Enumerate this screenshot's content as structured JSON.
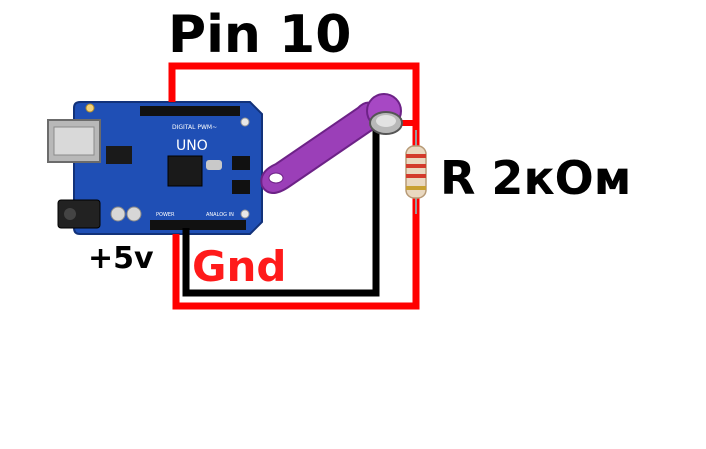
{
  "labels": {
    "pin": "Pin 10",
    "resistor": "R 2кОм",
    "power": "+5v",
    "ground": "Gnd"
  },
  "board": {
    "model": "UNO",
    "digital_header": "DIGITAL PWM~",
    "power_header": "POWER",
    "analog_header": "ANALOG IN"
  },
  "colors": {
    "wire_signal": "#ff0000",
    "wire_ground": "#000000",
    "board": "#1f4fb5",
    "key_fob": "#9b3fb8",
    "ground_label": "#ff1a1a",
    "ink": "#000000"
  },
  "components": {
    "controller": "arduino-uno-board",
    "sensor": "ibutton-key-fob-icon",
    "resistor": "resistor-icon"
  }
}
